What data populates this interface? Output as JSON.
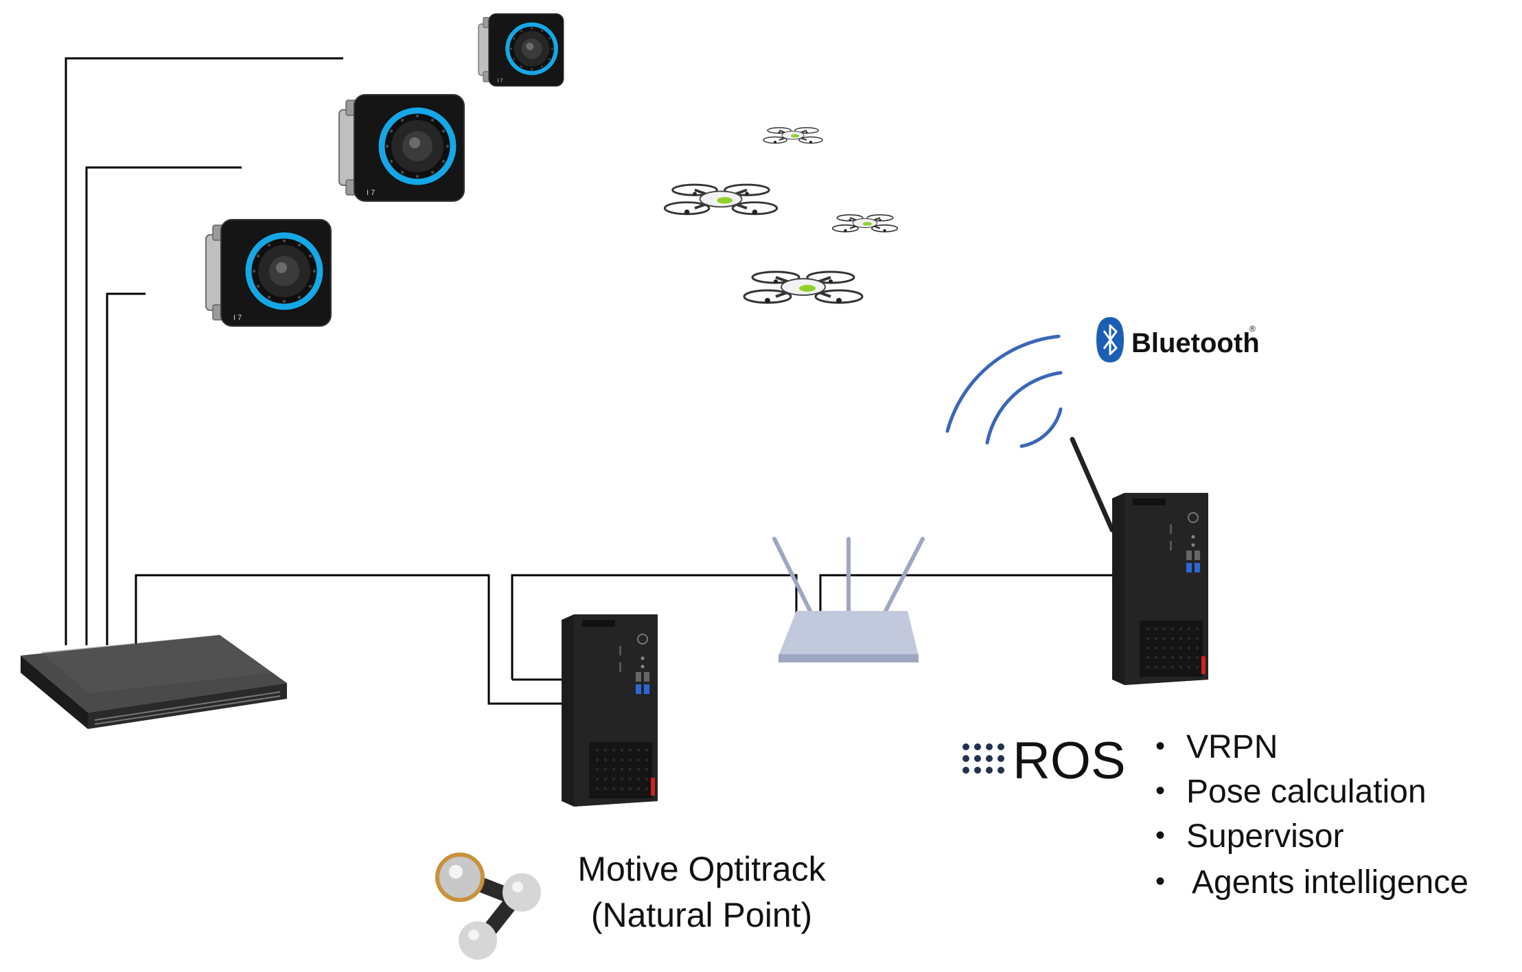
{
  "camera_brand": "OptiTrack",
  "bluetooth": {
    "label": "Bluetooth",
    "mark": "®"
  },
  "ros": {
    "logo_text": "ROS",
    "bullets": [
      "VRPN",
      "Pose calculation",
      "Supervisor",
      "Agents intelligence"
    ]
  },
  "motive": {
    "line1": "Motive Optitrack",
    "line2": "(Natural Point)"
  },
  "colors": {
    "signal_arc": "#3a66b6",
    "bluetooth_blue": "#1b5fb5",
    "ros_text": "#22314e",
    "camera_ring": "#15a7e6",
    "cable": "#000000"
  },
  "icons": [
    "camera-icon",
    "network-switch-icon",
    "desktop-tower-icon",
    "wifi-router-icon",
    "drone-icon",
    "bluetooth-icon",
    "ros-logo",
    "motive-logo"
  ]
}
